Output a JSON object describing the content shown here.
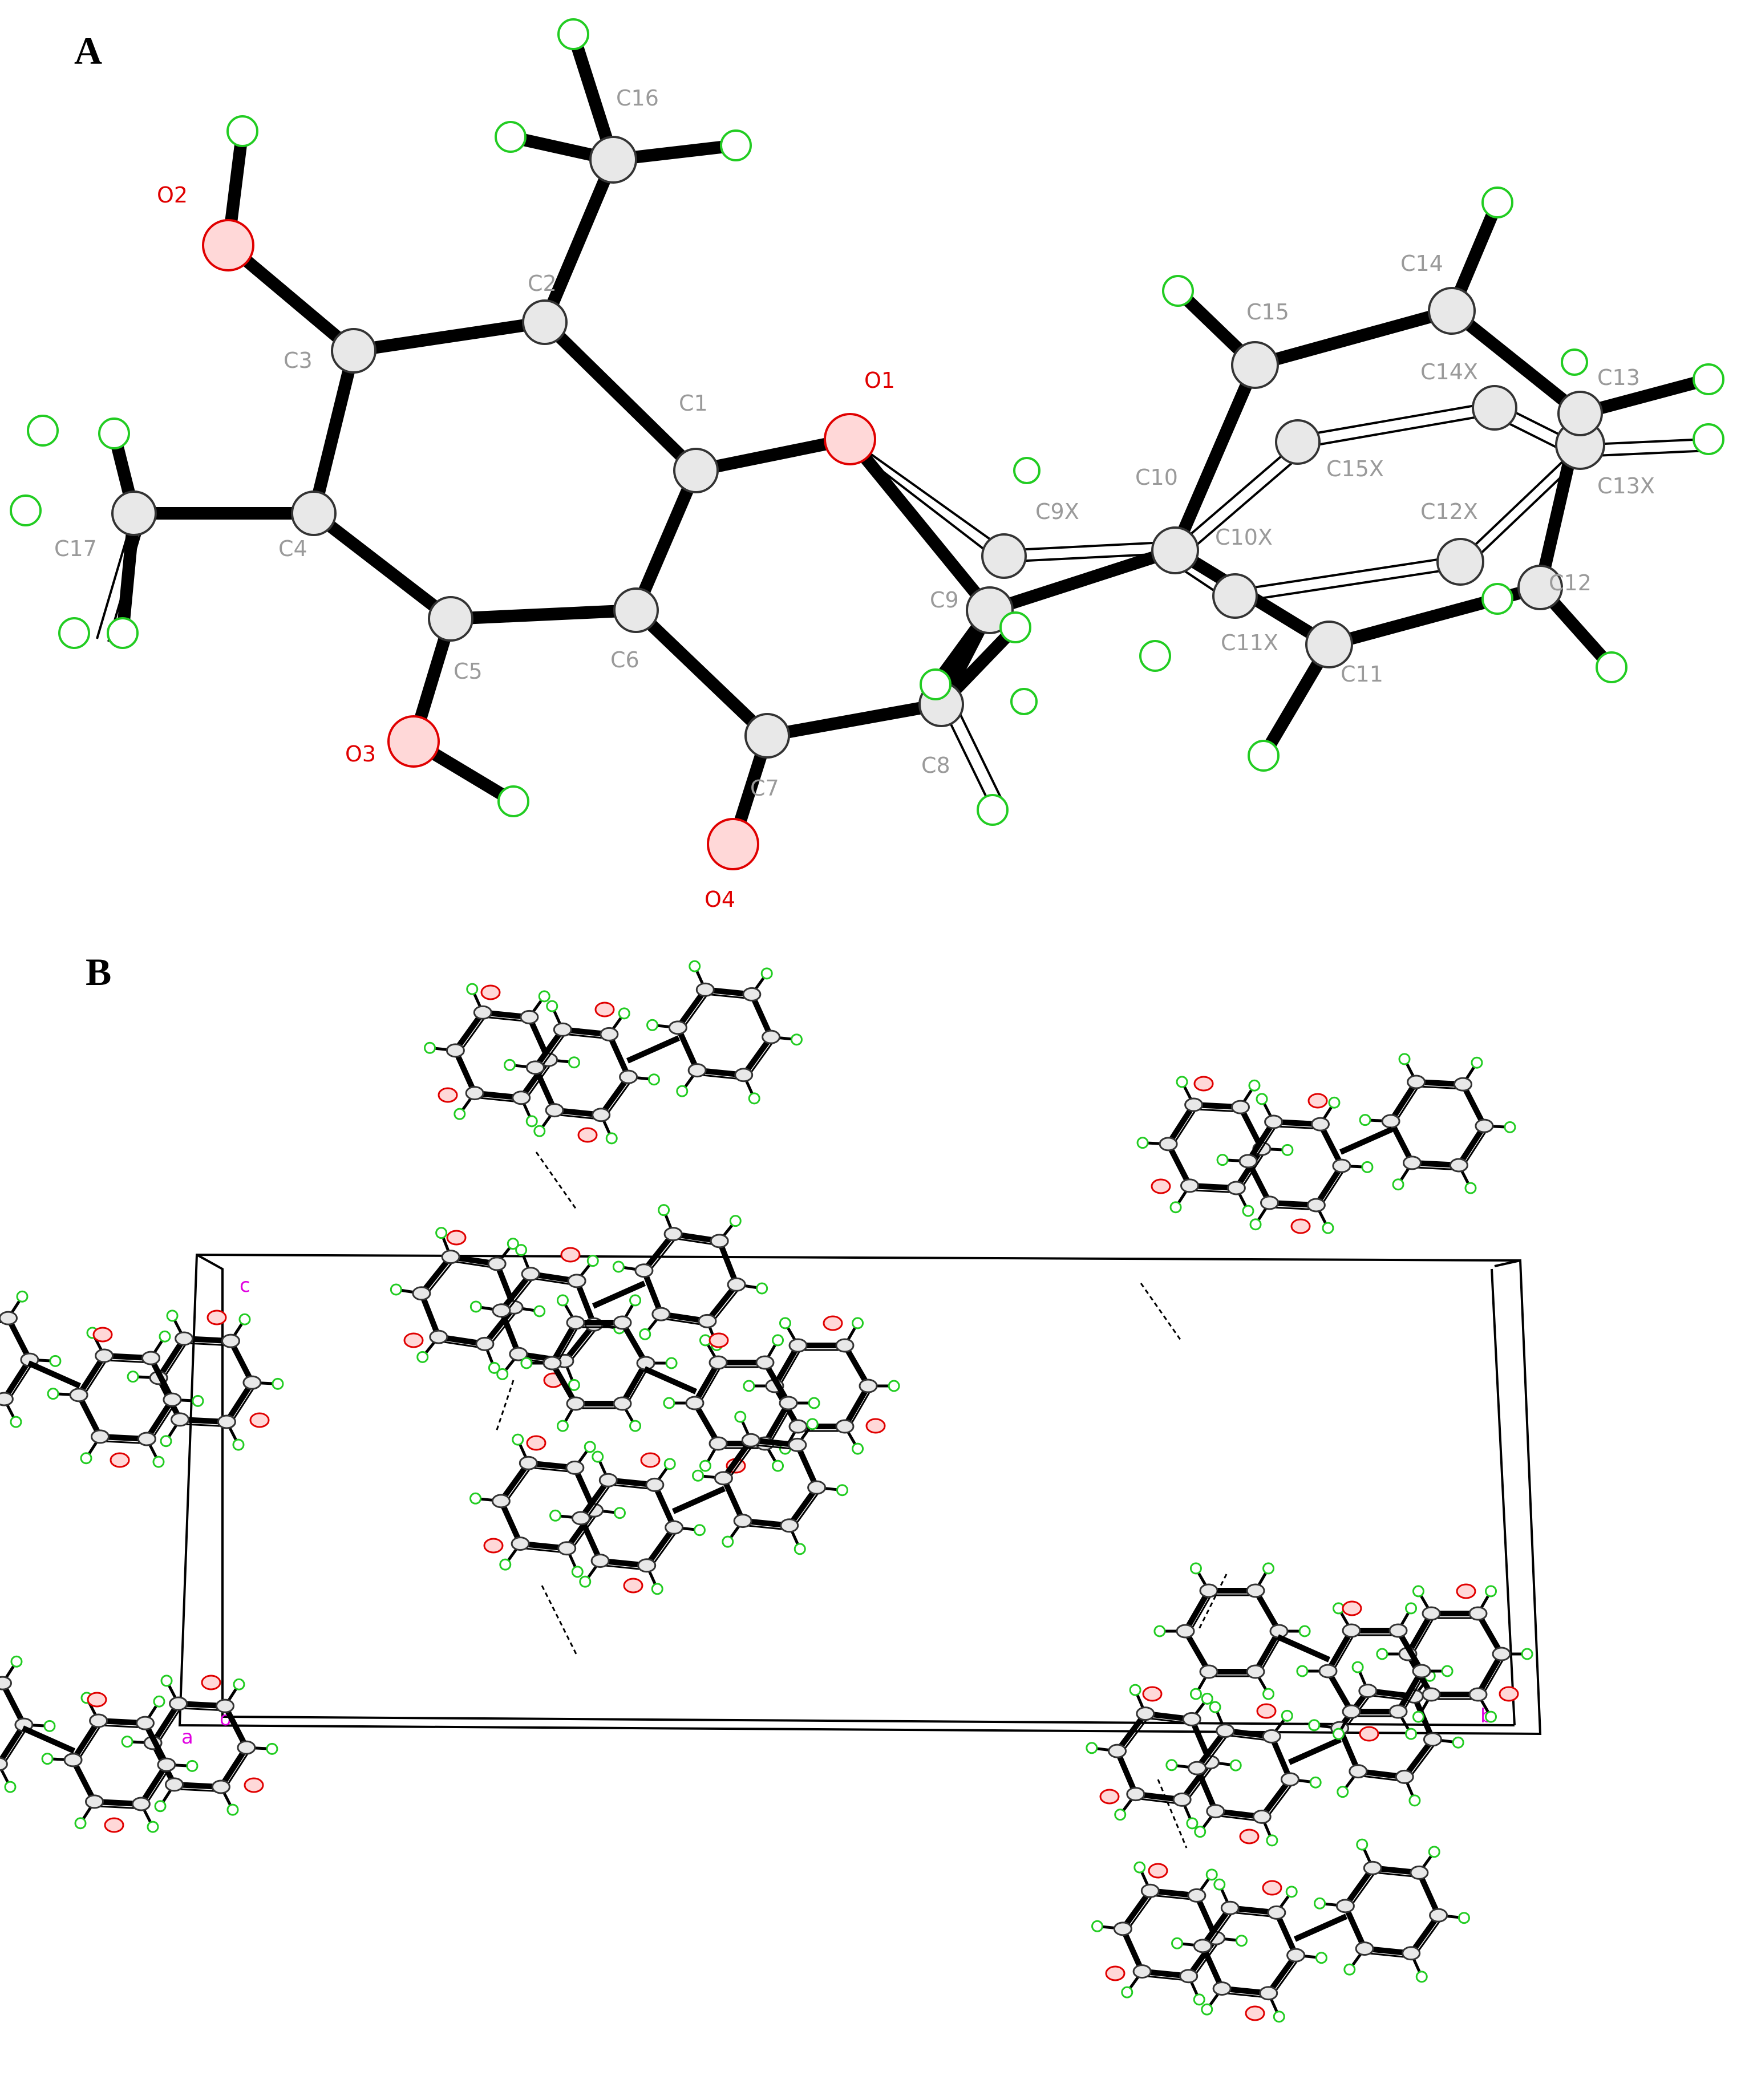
{
  "panels": {
    "a": {
      "letter": "A"
    },
    "b": {
      "letter": "B"
    }
  },
  "atom_labels": {
    "c1": "C1",
    "c2": "C2",
    "c3": "C3",
    "c4": "C4",
    "c5": "C5",
    "c6": "C6",
    "c7": "C7",
    "c8": "C8",
    "c9": "C9",
    "c9x": "C9X",
    "c10": "C10",
    "c10x": "C10X",
    "c11": "C11",
    "c11x": "C11X",
    "c12": "C12",
    "c12x": "C12X",
    "c13": "C13",
    "c13x": "C13X",
    "c14": "C14",
    "c14x": "C14X",
    "c15": "C15",
    "c15x": "C15X",
    "c16": "C16",
    "c17": "C17",
    "o1": "O1",
    "o2": "O2",
    "o3": "O3",
    "o4": "O4"
  },
  "cell_axes": {
    "a_label": "a",
    "b_label": "b",
    "c_label": "c",
    "origin_label": "o"
  },
  "colors": {
    "carbon": "#e8e8e8",
    "oxygen": "#e00000",
    "hydrogen": "#22cc22",
    "bond": "#000000",
    "axis": "#e000e0"
  }
}
